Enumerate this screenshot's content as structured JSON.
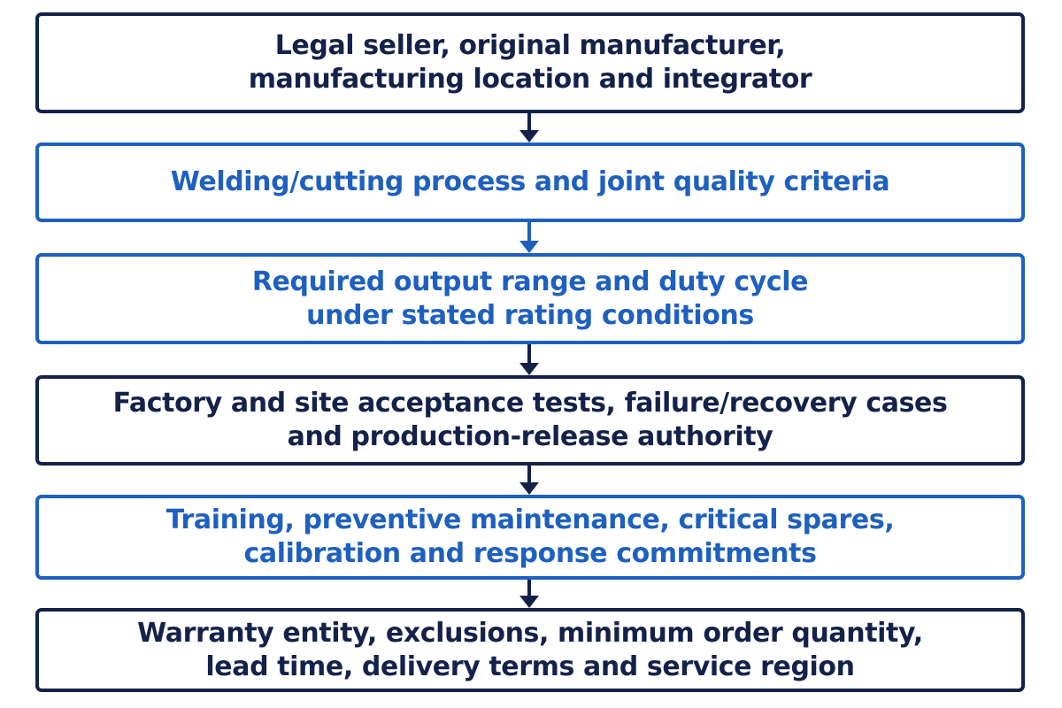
{
  "colors": {
    "navy": "#14224a",
    "blue": "#1e60bf",
    "background": "#ffffff"
  },
  "steps": [
    {
      "lines": [
        "Legal seller, original manufacturer,",
        "manufacturing location and integrator"
      ],
      "color": "navy"
    },
    {
      "lines": [
        "Welding/cutting process and joint quality criteria"
      ],
      "color": "blue"
    },
    {
      "lines": [
        "Required output range and duty cycle",
        "under stated rating conditions"
      ],
      "color": "blue"
    },
    {
      "lines": [
        "Factory and site acceptance tests, failure/recovery cases",
        "and production-release authority"
      ],
      "color": "navy"
    },
    {
      "lines": [
        "Training, preventive maintenance, critical spares,",
        "calibration and response commitments"
      ],
      "color": "blue"
    },
    {
      "lines": [
        "Warranty entity, exclusions, minimum order quantity,",
        "lead time, delivery terms and service region"
      ],
      "color": "navy"
    }
  ],
  "connectors": [
    {
      "from": 1,
      "to": 2,
      "color": "navy"
    },
    {
      "from": 2,
      "to": 3,
      "color": "blue"
    },
    {
      "from": 3,
      "to": 4,
      "color": "navy"
    },
    {
      "from": 4,
      "to": 5,
      "color": "navy"
    },
    {
      "from": 5,
      "to": 6,
      "color": "navy"
    }
  ]
}
